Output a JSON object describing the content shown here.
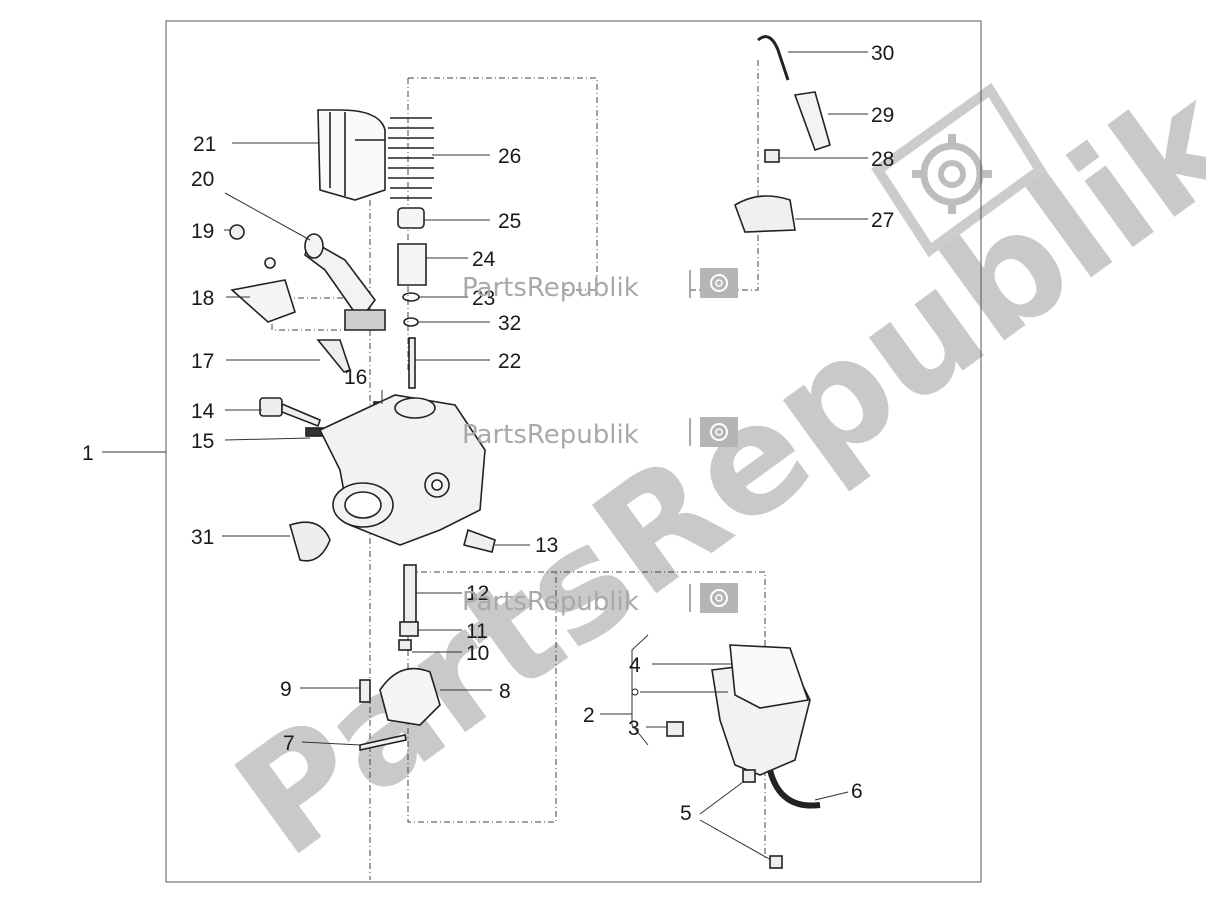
{
  "watermark": {
    "brand": "PartsRepublik",
    "icon": "gear-icon"
  },
  "callouts": {
    "c1": "1",
    "c2": "2",
    "c3": "3",
    "c4": "4",
    "c5": "5",
    "c6": "6",
    "c7": "7",
    "c8": "8",
    "c9": "9",
    "c10": "10",
    "c11": "11",
    "c12": "12",
    "c13": "13",
    "c14": "14",
    "c15": "15",
    "c16": "16",
    "c17": "17",
    "c18": "18",
    "c19": "19",
    "c20": "20",
    "c21": "21",
    "c22": "22",
    "c23": "23",
    "c24": "24",
    "c25": "25",
    "c26": "26",
    "c27": "27",
    "c28": "28",
    "c29": "29",
    "c30": "30",
    "c31": "31",
    "c32": "32"
  }
}
